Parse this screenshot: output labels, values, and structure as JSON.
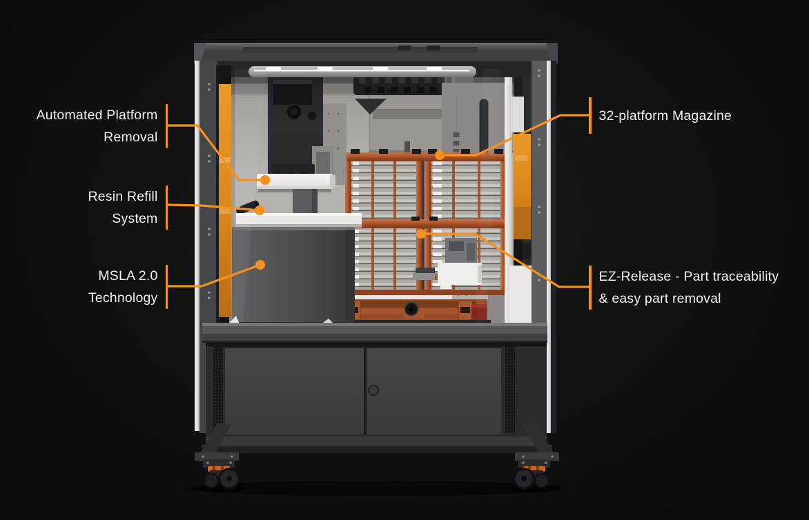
{
  "page": {
    "background": "#111111"
  },
  "colors": {
    "accent_orange": "#f5911e",
    "label_text": "#f2f2f2",
    "magazine_copper": "#a85129",
    "frame_gray": "#454649",
    "panel_orange": "#e0891e"
  },
  "diagram": {
    "callouts": [
      {
        "id": "automated-platform-removal",
        "side": "left",
        "lines": [
          "Automated Platform",
          "Removal"
        ]
      },
      {
        "id": "resin-refill-system",
        "side": "left",
        "lines": [
          "Resin Refill",
          "System"
        ]
      },
      {
        "id": "msla-2-0-technology",
        "side": "left",
        "lines": [
          "MSLA 2.0",
          "Technology"
        ]
      },
      {
        "id": "32-platform-magazine",
        "side": "right",
        "lines": [
          "32-platform Magazine"
        ]
      },
      {
        "id": "ez-release",
        "side": "right",
        "lines": [
          "EZ-Release - Part traceability",
          "& easy part removal"
        ]
      }
    ]
  }
}
